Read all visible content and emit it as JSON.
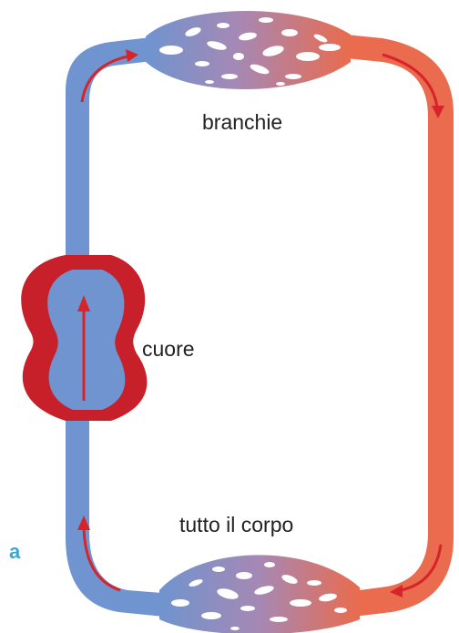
{
  "labels": {
    "gills": "branchie",
    "heart": "cuore",
    "body": "tutto il corpo",
    "panel": "a"
  },
  "colors": {
    "deoxygenated": "#6f94cf",
    "oxygenated": "#ea6b4d",
    "heart": "#c8202a",
    "arrow": "#d6242a",
    "panel_letter": "#3aa6d6"
  }
}
